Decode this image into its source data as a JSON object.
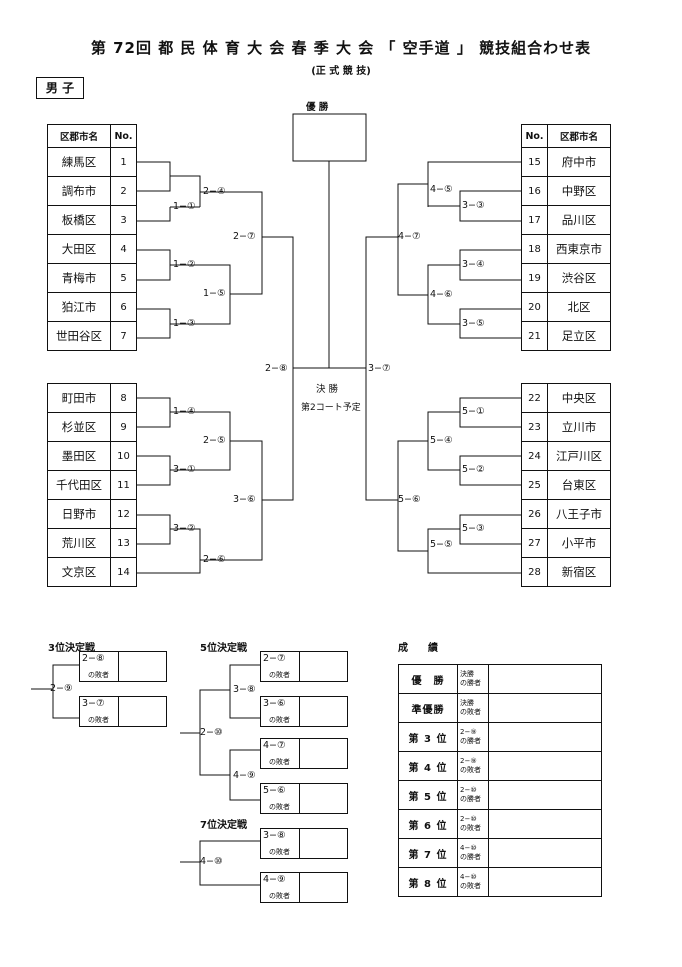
{
  "title": "第 72回 都 民 体 育 大 会 春 季 大 会 「 空手道 」 競技組合わせ表",
  "subtitle": "(正 式 競 技)",
  "gender_label": "男 子",
  "champion_label": "優 勝",
  "final": {
    "label": "決 勝",
    "court": "第2コート予定",
    "left_match": "2−⑧",
    "right_match": "3−⑦"
  },
  "left_header": {
    "name": "区郡市名",
    "no": "No."
  },
  "right_header": {
    "no": "No.",
    "name": "区郡市名"
  },
  "teams_left_top": [
    {
      "name": "練馬区",
      "no": "1"
    },
    {
      "name": "調布市",
      "no": "2"
    },
    {
      "name": "板橋区",
      "no": "3"
    },
    {
      "name": "大田区",
      "no": "4"
    },
    {
      "name": "青梅市",
      "no": "5"
    },
    {
      "name": "狛江市",
      "no": "6"
    },
    {
      "name": "世田谷区",
      "no": "7"
    }
  ],
  "teams_left_bottom": [
    {
      "name": "町田市",
      "no": "8"
    },
    {
      "name": "杉並区",
      "no": "9"
    },
    {
      "name": "墨田区",
      "no": "10"
    },
    {
      "name": "千代田区",
      "no": "11"
    },
    {
      "name": "日野市",
      "no": "12"
    },
    {
      "name": "荒川区",
      "no": "13"
    },
    {
      "name": "文京区",
      "no": "14"
    }
  ],
  "teams_right_top": [
    {
      "no": "15",
      "name": "府中市"
    },
    {
      "no": "16",
      "name": "中野区"
    },
    {
      "no": "17",
      "name": "品川区"
    },
    {
      "no": "18",
      "name": "西東京市"
    },
    {
      "no": "19",
      "name": "渋谷区"
    },
    {
      "no": "20",
      "name": "北区"
    },
    {
      "no": "21",
      "name": "足立区"
    }
  ],
  "teams_right_bottom": [
    {
      "no": "22",
      "name": "中央区"
    },
    {
      "no": "23",
      "name": "立川市"
    },
    {
      "no": "24",
      "name": "江戸川区"
    },
    {
      "no": "25",
      "name": "台東区"
    },
    {
      "no": "26",
      "name": "八王子市"
    },
    {
      "no": "27",
      "name": "小平市"
    },
    {
      "no": "28",
      "name": "新宿区"
    }
  ],
  "matches": {
    "l1_1": "1−①",
    "l2_4": "2−④",
    "l1_2": "1−②",
    "l1_3": "1−③",
    "l1_5": "1−⑤",
    "l2_7": "2−⑦",
    "l1_4": "1−④",
    "l2_5": "2−⑤",
    "l3_1": "3−①",
    "l3_2": "3−②",
    "l2_6": "2−⑥",
    "l3_6": "3−⑥",
    "r4_5": "4−⑤",
    "r3_3": "3−③",
    "r4_7": "4−⑦",
    "r3_4": "3−④",
    "r4_6": "4−⑥",
    "r3_5": "3−⑤",
    "r5_1": "5−①",
    "r5_4": "5−④",
    "r5_2": "5−②",
    "r5_6": "5−⑥",
    "r5_3": "5−③",
    "r5_5": "5−⑤"
  },
  "third_place": {
    "title": "3位決定戦",
    "match": "2−⑨",
    "slots": [
      {
        "a": "2−⑧",
        "b": "の敗者"
      },
      {
        "a": "3−⑦",
        "b": "の敗者"
      }
    ]
  },
  "fifth_place": {
    "title": "5位決定戦",
    "match_top": "3−⑧",
    "match_bottom": "4−⑨",
    "match_final": "2−⑩",
    "slots": [
      {
        "a": "2−⑦",
        "b": "の敗者"
      },
      {
        "a": "3−⑥",
        "b": "の敗者"
      },
      {
        "a": "4−⑦",
        "b": "の敗者"
      },
      {
        "a": "5−⑥",
        "b": "の敗者"
      }
    ]
  },
  "seventh_place": {
    "title": "7位決定戦",
    "match": "4−⑩",
    "slots": [
      {
        "a": "3−⑧",
        "b": "の敗者"
      },
      {
        "a": "4−⑨",
        "b": "の敗者"
      }
    ]
  },
  "results": {
    "title": "成　　績",
    "rows": [
      {
        "rank": "優　勝",
        "s1": "決勝",
        "s2": "の勝者"
      },
      {
        "rank": "準優勝",
        "s1": "決勝",
        "s2": "の敗者"
      },
      {
        "rank": "第 3 位",
        "s1": "2−⑨",
        "s2": "の勝者"
      },
      {
        "rank": "第 4 位",
        "s1": "2−⑨",
        "s2": "の敗者"
      },
      {
        "rank": "第 5 位",
        "s1": "2−⑩",
        "s2": "の勝者"
      },
      {
        "rank": "第 6 位",
        "s1": "2−⑩",
        "s2": "の敗者"
      },
      {
        "rank": "第 7 位",
        "s1": "4−⑩",
        "s2": "の勝者"
      },
      {
        "rank": "第 8 位",
        "s1": "4−⑩",
        "s2": "の敗者"
      }
    ]
  }
}
